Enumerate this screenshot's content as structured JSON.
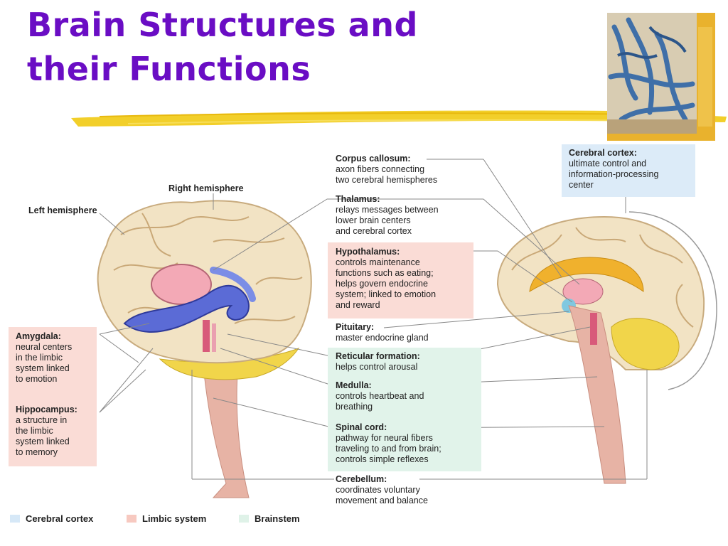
{
  "slide": {
    "title_line1": "Brain Structures and",
    "title_line2": "their Functions"
  },
  "diagram": {
    "top_labels": {
      "right_hemisphere": "Right hemisphere",
      "left_hemisphere": "Left hemisphere"
    },
    "callouts": [
      {
        "id": "corpus-callosum",
        "name": "Corpus callosum:",
        "desc": "axon fibers connecting\ntwo cerebral hemispheres"
      },
      {
        "id": "thalamus",
        "name": "Thalamus:",
        "desc": "relays messages between\nlower brain centers\nand cerebral cortex"
      },
      {
        "id": "hypothalamus",
        "name": "Hypothalamus:",
        "desc": "controls maintenance\nfunctions such as eating;\nhelps govern endocrine\nsystem; linked to emotion\nand reward"
      },
      {
        "id": "pituitary",
        "name": "Pituitary:",
        "desc": "master endocrine gland"
      },
      {
        "id": "reticular-formation",
        "name": "Reticular formation:",
        "desc": "helps control arousal"
      },
      {
        "id": "medulla",
        "name": "Medulla:",
        "desc": "controls heartbeat and\nbreathing"
      },
      {
        "id": "spinal-cord",
        "name": "Spinal cord:",
        "desc": "pathway for neural fibers\ntraveling to and from brain;\ncontrols simple reflexes"
      },
      {
        "id": "cerebellum",
        "name": "Cerebellum:",
        "desc": "coordinates voluntary\nmovement and balance"
      },
      {
        "id": "cerebral-cortex",
        "name": "Cerebral cortex:",
        "desc": "ultimate control and\ninformation-processing\ncenter"
      },
      {
        "id": "amygdala",
        "name": "Amygdala:",
        "desc": "neural centers\nin the limbic\nsystem linked\nto emotion"
      },
      {
        "id": "hippocampus",
        "name": "Hippocampus:",
        "desc": "a structure in\nthe limbic\nsystem linked\nto memory"
      }
    ],
    "legend": [
      {
        "label": "Cerebral cortex",
        "color": "#d6e8f7"
      },
      {
        "label": "Limbic system",
        "color": "#f7c9c0"
      },
      {
        "label": "Brainstem",
        "color": "#dff2e8"
      }
    ]
  },
  "colors": {
    "title": "#6a0dc4",
    "swoosh": "#f2cf2a",
    "limbic_box": "#fadcd6",
    "brainstem_box": "#e1f3ea",
    "cortex_box": "#dcebf8"
  }
}
